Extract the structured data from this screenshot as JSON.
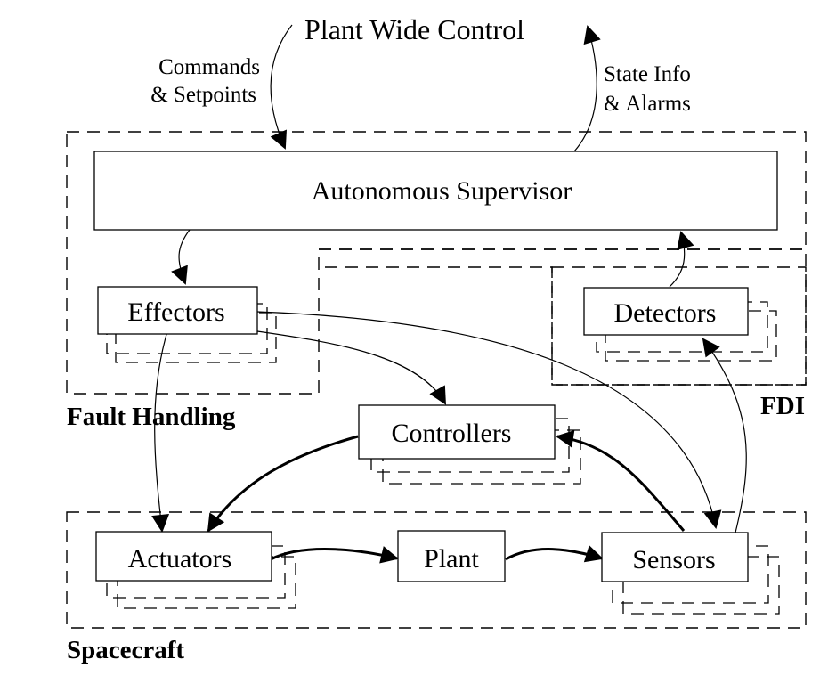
{
  "title": "Plant Wide Control",
  "inputs": {
    "commands_line1": "Commands",
    "commands_line2": "& Setpoints",
    "state_line1": "State Info",
    "state_line2": "& Alarms"
  },
  "groups": {
    "fault_handling": "Fault Handling",
    "fdi": "FDI",
    "spacecraft": "Spacecraft"
  },
  "boxes": {
    "supervisor": "Autonomous Supervisor",
    "effectors": "Effectors",
    "detectors": "Detectors",
    "controllers": "Controllers",
    "actuators": "Actuators",
    "plant": "Plant",
    "sensors": "Sensors"
  }
}
